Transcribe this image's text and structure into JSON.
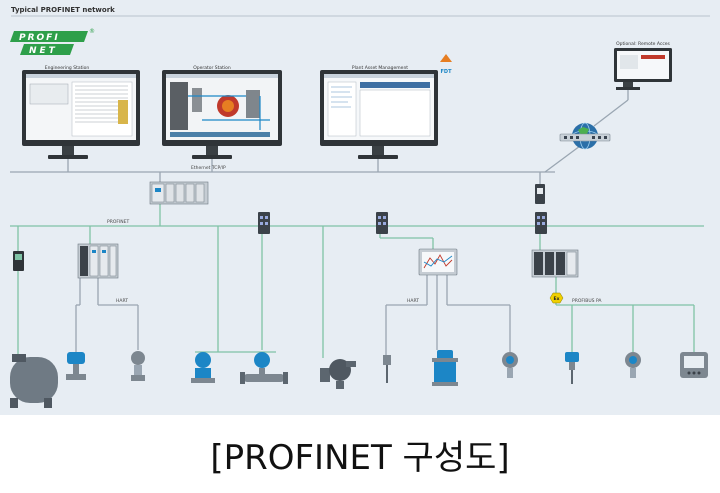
{
  "title": "Typical PROFINET network",
  "logo": {
    "line1": "PROFI",
    "line2": "NET",
    "mark": "®",
    "badge": "FDT"
  },
  "stations": {
    "engineering": "Engineering Station",
    "operator": "Operator Station",
    "asset": "Plant Asset Management",
    "remote": "Optional: Remote Acces"
  },
  "labels": {
    "ethernet": "Ethernet TCP/IP",
    "profinet": "PROFINET",
    "hart_left": "HART",
    "hart_right": "HART",
    "profibus_pa": "PROFIBUS PA",
    "ex": "Ex"
  },
  "caption": "[PROFINET 구성도]",
  "colors": {
    "background": "#e7edf3",
    "line_green": "#7fc3a6",
    "line_grey": "#9aa6b2",
    "device_blue": "#1c86c6",
    "monitor_dark": "#2f3438",
    "logo_green": "#2e9f4a",
    "ex_yellow": "#f0d000"
  }
}
